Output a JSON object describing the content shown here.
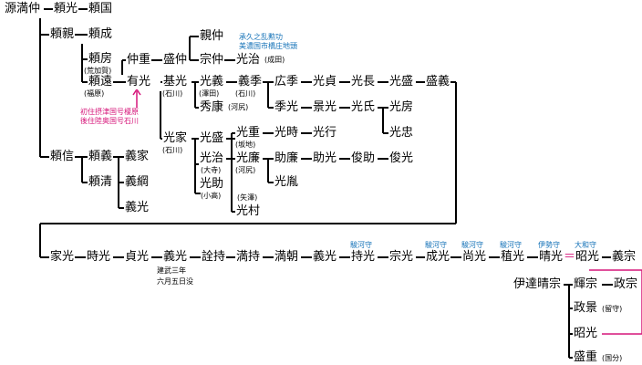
{
  "names": {
    "minamoto_mitsunaka": "源満仲",
    "yorimitsu": "頼光",
    "yorikuni": "頼国",
    "yorichika": "頼親",
    "yorinari": "頼成",
    "yorifusa": "頼房",
    "yorito": "頼遠",
    "arimitsu": "有光",
    "nakashige": "仲重",
    "morinaka": "盛仲",
    "chikanaka": "親仲",
    "munenaka": "宗仲",
    "mitsuharu_a": "光治",
    "motomitsu": "基光",
    "mitsuyoshi": "光義",
    "yoshisue": "義季",
    "hiroki": "広季",
    "mitsusada": "光貞",
    "mitsunaga": "光長",
    "mitsumori": "光盛",
    "moriyoshi": "盛義",
    "hideyasu": "秀康",
    "suemitsu": "季光",
    "kagemitsu": "景光",
    "mitsuuji": "光氏",
    "mitsufusa": "光房",
    "mitsutada": "光忠",
    "mitsuie": "光家",
    "mitsumori2": "光盛",
    "mitsushige": "光重",
    "mitsutoki": "光時",
    "mitsuyuki": "光行",
    "mitsuharu_b": "光治",
    "mitsukado": "光廉",
    "sukekado": "助廉",
    "sukemitsu": "助光",
    "toshisuke": "俊助",
    "toshimitsu": "俊光",
    "mitsusuke": "光助",
    "mitsutane": "光胤",
    "mitsumura": "光村",
    "yorinobu": "頼信",
    "yorinori": "頼義",
    "yoshiie": "義家",
    "yoritsuna_k": "頼清",
    "yoshitsuna": "義綱",
    "yoshimitsu_top": "義光",
    "iemitsu": "家光",
    "tokimitsu": "時光",
    "sadamitsu": "貞光",
    "yoshimitsu": "義光",
    "norimochi": "詮持",
    "mitsumochi": "満持",
    "mitsutomo": "満朝",
    "yoshimitsu2": "義光",
    "mochimitsu": "持光",
    "munemitsu": "宗光",
    "narimitsu": "成光",
    "naomitsu": "尚光",
    "tanemitsu": "稙光",
    "harumitsu": "晴光",
    "akimitsu": "昭光",
    "yoshimune": "義宗",
    "date_harumune": "伊達晴宗",
    "terumune": "輝宗",
    "masamune": "政宗",
    "masakage": "政景",
    "akimitsu2": "昭光",
    "morishige": "盛重"
  },
  "notes": {
    "jokyu": "承久之乱勲功",
    "mino": "美濃国市橋庄地頭",
    "narita": "(成田)",
    "arakaga": "(荒加賀)",
    "fukuhara": "(福原)",
    "ishikawa1": "(石川)",
    "sawada": "(澤田)",
    "ishikawa2": "(石川)",
    "kawajiri1": "(河尻)",
    "ishikawa3": "(石川)",
    "itachi": "(坂地)",
    "odera": "(大寺)",
    "kawajiri2": "(河尻)",
    "kotaka": "(小高)",
    "yazawa": "(矢澤)",
    "arimitsu_note1": "初住摂津国号榎原",
    "arimitsu_note2": "後住陸奥国号石川",
    "kenmu1": "建武三年",
    "kenmu2": "六月五日没",
    "rusu": "(留守)",
    "kokubun": "(国分)"
  },
  "titles": {
    "mochimitsu": "駿河守",
    "narimitsu": "駿河守",
    "naomitsu": "駿河守",
    "tanemitsu": "駿河守",
    "harumitsu": "伊勢守",
    "akimitsu": "大和守"
  },
  "symbols": {
    "equal": "＝"
  },
  "colors": {
    "title_blue": "#1673b8",
    "note_magenta": "#d6167a",
    "line": "#000000"
  }
}
